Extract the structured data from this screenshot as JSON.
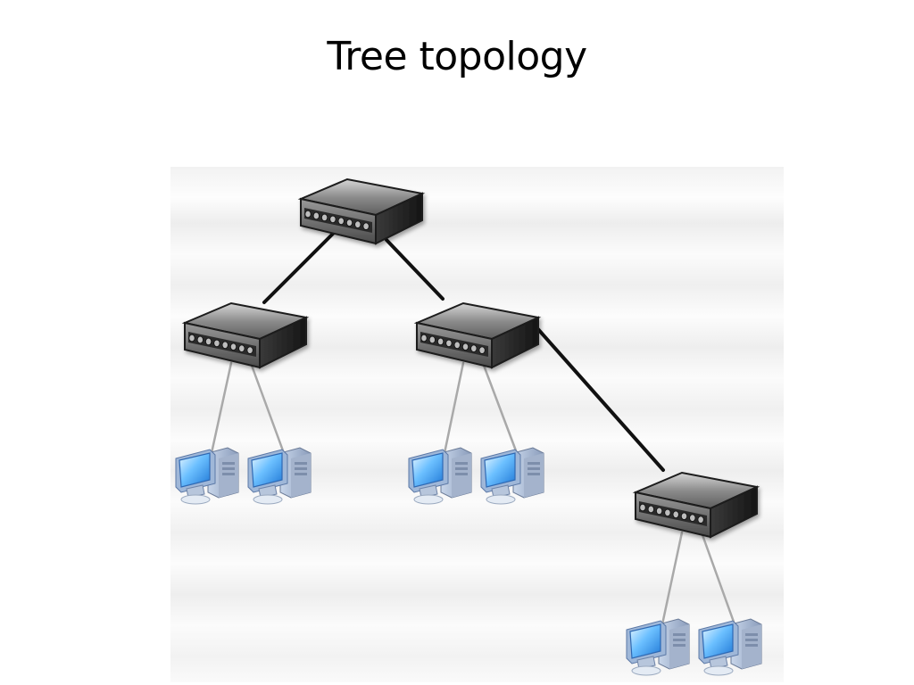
{
  "slide": {
    "title": "Tree topology"
  },
  "diagram": {
    "nodes": [
      {
        "id": "hub-root",
        "kind": "hub"
      },
      {
        "id": "hub-left",
        "kind": "hub"
      },
      {
        "id": "hub-middle",
        "kind": "hub"
      },
      {
        "id": "hub-right",
        "kind": "hub"
      },
      {
        "id": "pc-1",
        "kind": "computer"
      },
      {
        "id": "pc-2",
        "kind": "computer"
      },
      {
        "id": "pc-3",
        "kind": "computer"
      },
      {
        "id": "pc-4",
        "kind": "computer"
      },
      {
        "id": "pc-5",
        "kind": "computer"
      },
      {
        "id": "pc-6",
        "kind": "computer"
      }
    ],
    "edges": [
      {
        "from": "hub-root",
        "to": "hub-left",
        "style": "backbone"
      },
      {
        "from": "hub-root",
        "to": "hub-middle",
        "style": "backbone"
      },
      {
        "from": "hub-middle",
        "to": "hub-right",
        "style": "backbone"
      },
      {
        "from": "hub-left",
        "to": "pc-1",
        "style": "drop"
      },
      {
        "from": "hub-left",
        "to": "pc-2",
        "style": "drop"
      },
      {
        "from": "hub-middle",
        "to": "pc-3",
        "style": "drop"
      },
      {
        "from": "hub-middle",
        "to": "pc-4",
        "style": "drop"
      },
      {
        "from": "hub-right",
        "to": "pc-5",
        "style": "drop"
      },
      {
        "from": "hub-right",
        "to": "pc-6",
        "style": "drop"
      }
    ],
    "icons": {
      "hub": "network-hub-icon",
      "computer": "desktop-computer-icon"
    },
    "colors": {
      "backbone": "#111111",
      "drop": "#a9a9a9",
      "hub_body": "#8a8a8a",
      "screen": "#4aa3f0"
    }
  }
}
